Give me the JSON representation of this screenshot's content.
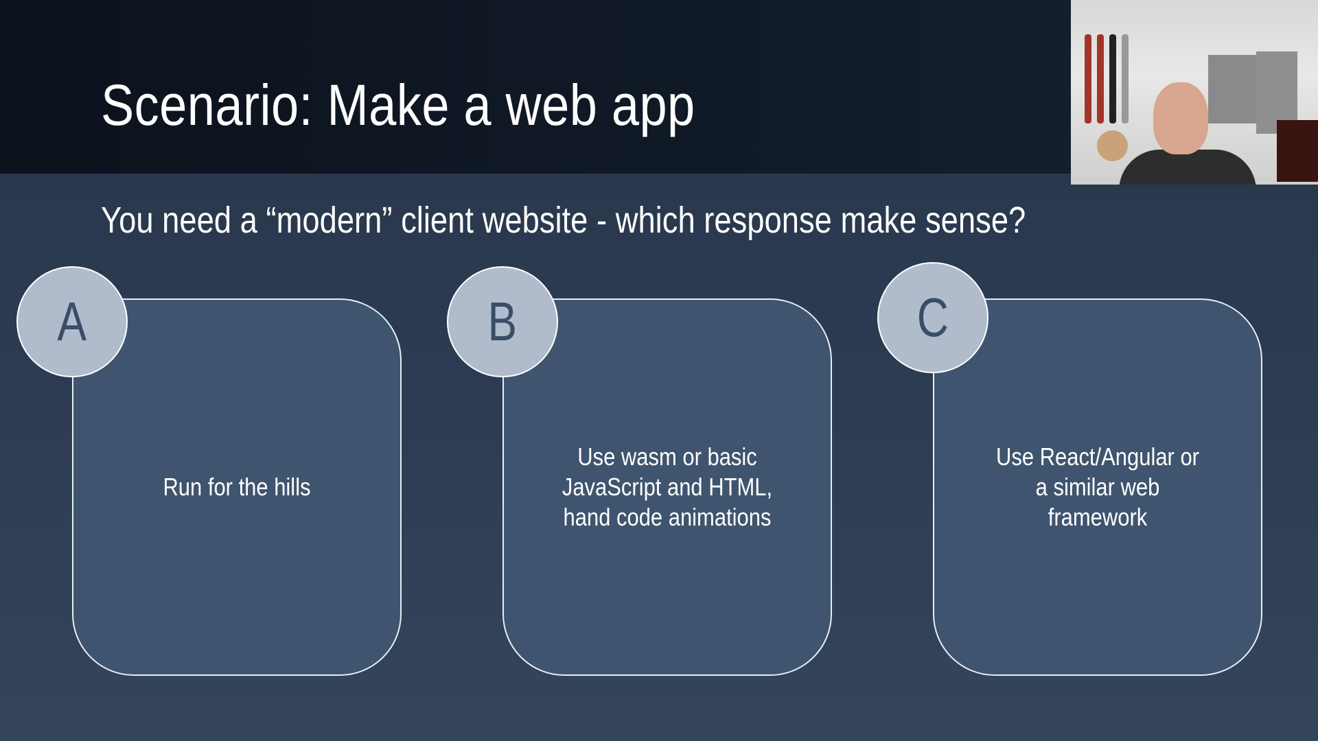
{
  "slide": {
    "title": "Scenario: Make a web app",
    "question": "You need a “modern” client website - which response make sense?",
    "options": [
      {
        "letter": "A",
        "text": "Run for the hills"
      },
      {
        "letter": "B",
        "text": "Use wasm or basic JavaScript and HTML, hand code animations"
      },
      {
        "letter": "C",
        "text": "Use React/Angular or a similar web framework"
      }
    ]
  },
  "colors": {
    "card": "#3f546e",
    "badge": "#b0bccc",
    "header": "#0b121c"
  }
}
